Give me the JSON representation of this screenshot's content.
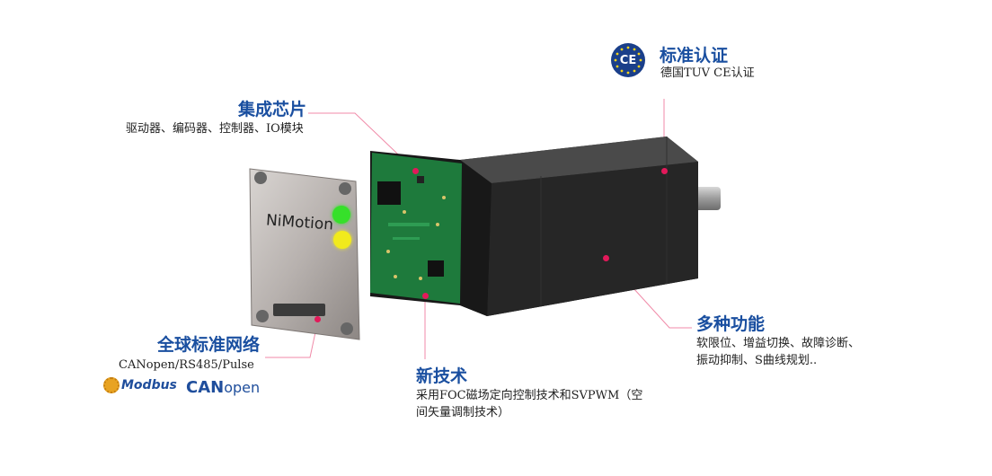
{
  "features": {
    "certification": {
      "title": "标准认证",
      "desc": "德国TUV CE认证",
      "badge": "CE"
    },
    "chip": {
      "title": "集成芯片",
      "desc": "驱动器、编码器、控制器、IO模块"
    },
    "network": {
      "title": "全球标准网络",
      "desc": "CANopen/RS485/Pulse"
    },
    "tech": {
      "title": "新技术",
      "desc_line1": "采用FOC磁场定向控制技术和SVPWM（空",
      "desc_line2": "间矢量调制技术）"
    },
    "functions": {
      "title": "多种功能",
      "desc_line1": "软限位、增益切换、故障诊断、",
      "desc_line2": "振动抑制、S曲线规划.."
    }
  },
  "product": {
    "brand": "NiMotion"
  },
  "logos": {
    "modbus": "Modbus",
    "canopen_can": "CAN",
    "canopen_open": "open"
  },
  "colors": {
    "accent": "#1a4fa0",
    "pointer": "#e2195a",
    "led_green": "#36e02a",
    "led_yellow": "#f1ea1c"
  }
}
